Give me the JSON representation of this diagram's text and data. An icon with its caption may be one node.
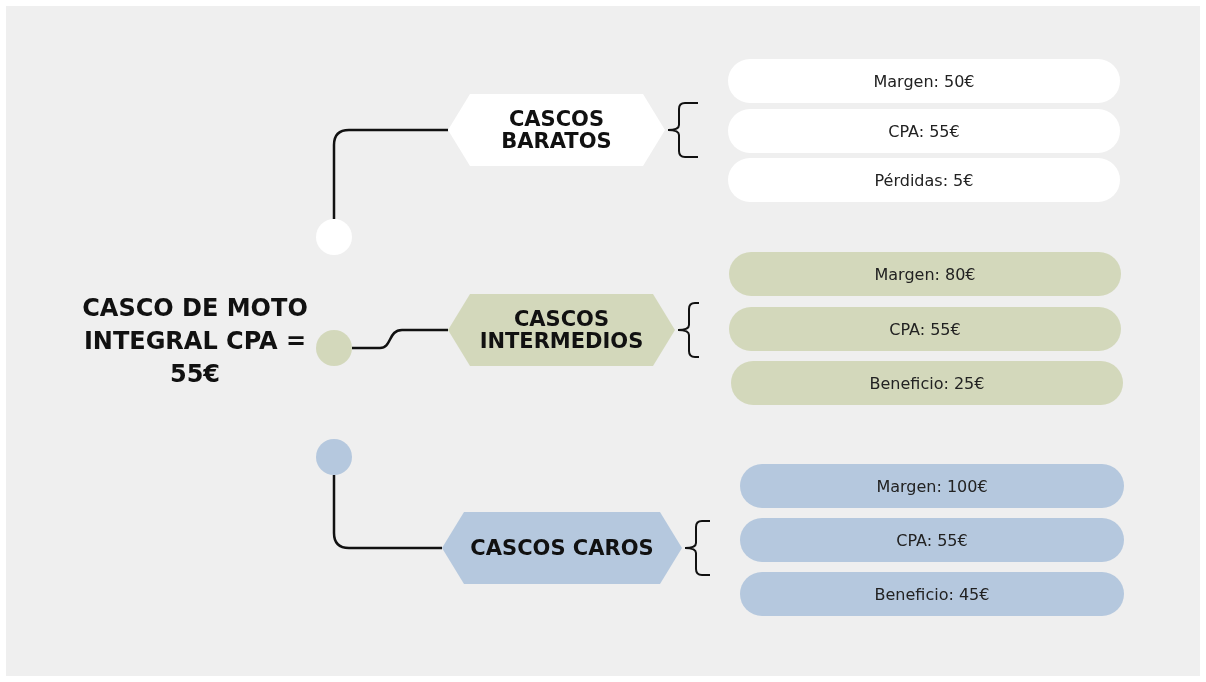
{
  "diagram": {
    "title": "CASCO DE MOTO INTEGRAL CPA = 55€",
    "nodes": [
      {
        "text": [],
        "shape": "circle"
      },
      {
        "text": [
          "CASCOS BARATOS"
        ]
      },
      {
        "text": [
          "Margen: 50€"
        ]
      },
      {
        "text": [
          "CPA: 55€"
        ]
      },
      {
        "text": [
          "Pérdidas: 5€"
        ]
      },
      {
        "text": [],
        "shape": "circle"
      },
      {
        "text": [
          "CASCOS INTERMEDIOS"
        ]
      },
      {
        "text": [
          "Margen: 80€"
        ]
      },
      {
        "text": [
          "CPA: 55€"
        ]
      },
      {
        "text": [
          "Beneficio: 25€"
        ]
      },
      {
        "text": [],
        "shape": "circle"
      },
      {
        "text": [
          "CASCOS CAROS"
        ]
      },
      {
        "text": [
          "Margen: 100€"
        ]
      },
      {
        "text": [
          "CPA: 55€"
        ]
      },
      {
        "text": [
          "Beneficio: 45€"
        ]
      }
    ],
    "edges": [
      {
        "from": 0,
        "to": 1,
        "arrow": "none"
      },
      {
        "from": 5,
        "to": 6,
        "arrow": "none"
      },
      {
        "from": 10,
        "to": 11,
        "arrow": "none"
      }
    ]
  }
}
